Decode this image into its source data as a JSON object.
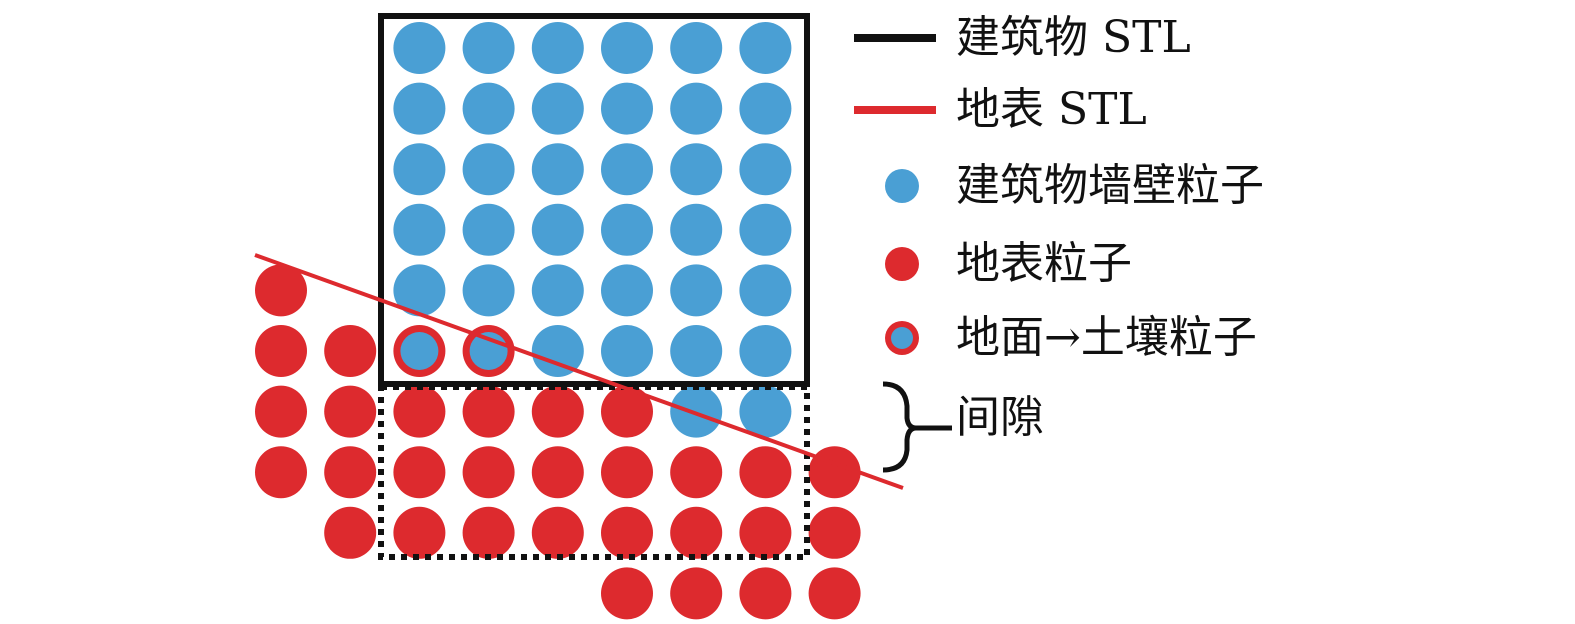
{
  "colors": {
    "building_wall": "#4a9fd4",
    "ground": "#dd2a2e",
    "building_stl": "#111111",
    "ground_stl": "#dd2a2e",
    "outline": "#111111"
  },
  "legend": [
    {
      "symbol": "black-line",
      "label": "建筑物 STL"
    },
    {
      "symbol": "red-line",
      "label": "地表 STL"
    },
    {
      "symbol": "blue-dot",
      "label": "建筑物墙壁粒子"
    },
    {
      "symbol": "red-dot",
      "label": "地表粒子"
    },
    {
      "symbol": "ringed-dot",
      "label": "地面→土壤粒子"
    }
  ],
  "gap_label": "间隙",
  "particles": {
    "wall_columns": 6,
    "wall_rows": 6,
    "wall_extra_below": 2,
    "ground_rows": [
      {
        "columns": [
          0
        ]
      },
      {
        "columns": [
          0,
          1
        ]
      },
      {
        "columns": [
          0,
          1,
          2,
          3,
          4,
          5
        ]
      },
      {
        "columns": [
          0,
          1,
          2,
          3,
          4,
          5,
          6,
          7,
          8
        ]
      },
      {
        "columns": [
          1,
          2,
          3,
          4,
          5,
          6,
          7,
          8
        ]
      },
      {
        "columns": [
          5,
          6,
          7,
          8
        ]
      }
    ],
    "converted_count": 2
  }
}
